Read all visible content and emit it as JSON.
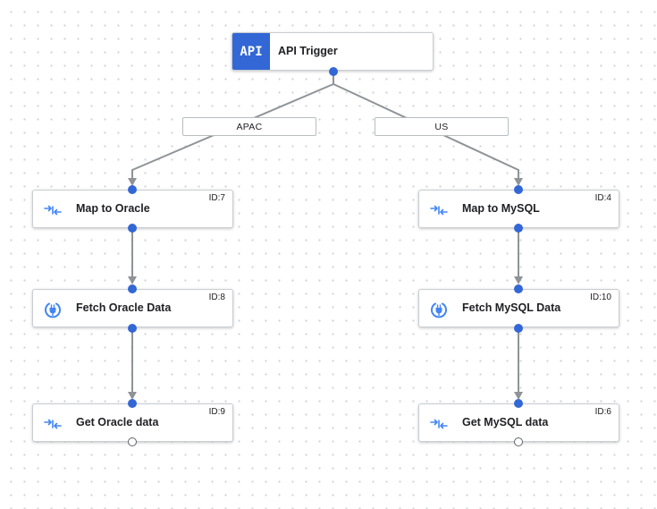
{
  "trigger": {
    "badge": "API",
    "label": "API Trigger"
  },
  "edge_labels": {
    "apac": "APAC",
    "us": "US"
  },
  "tasks": {
    "map_oracle": {
      "label": "Map to Oracle",
      "id": "ID:7",
      "icon": "data-mapping-icon"
    },
    "fetch_oracle": {
      "label": "Fetch Oracle Data",
      "id": "ID:8",
      "icon": "connector-icon"
    },
    "get_oracle": {
      "label": "Get Oracle data",
      "id": "ID:9",
      "icon": "data-mapping-icon"
    },
    "map_mysql": {
      "label": "Map to MySQL",
      "id": "ID:4",
      "icon": "data-mapping-icon"
    },
    "fetch_mysql": {
      "label": "Fetch MySQL Data",
      "id": "ID:10",
      "icon": "connector-icon"
    },
    "get_mysql": {
      "label": "Get MySQL data",
      "id": "ID:6",
      "icon": "data-mapping-icon"
    }
  },
  "colors": {
    "accent": "#3367d6",
    "edge": "#8f9396",
    "icon_blue": "#4285f4"
  }
}
